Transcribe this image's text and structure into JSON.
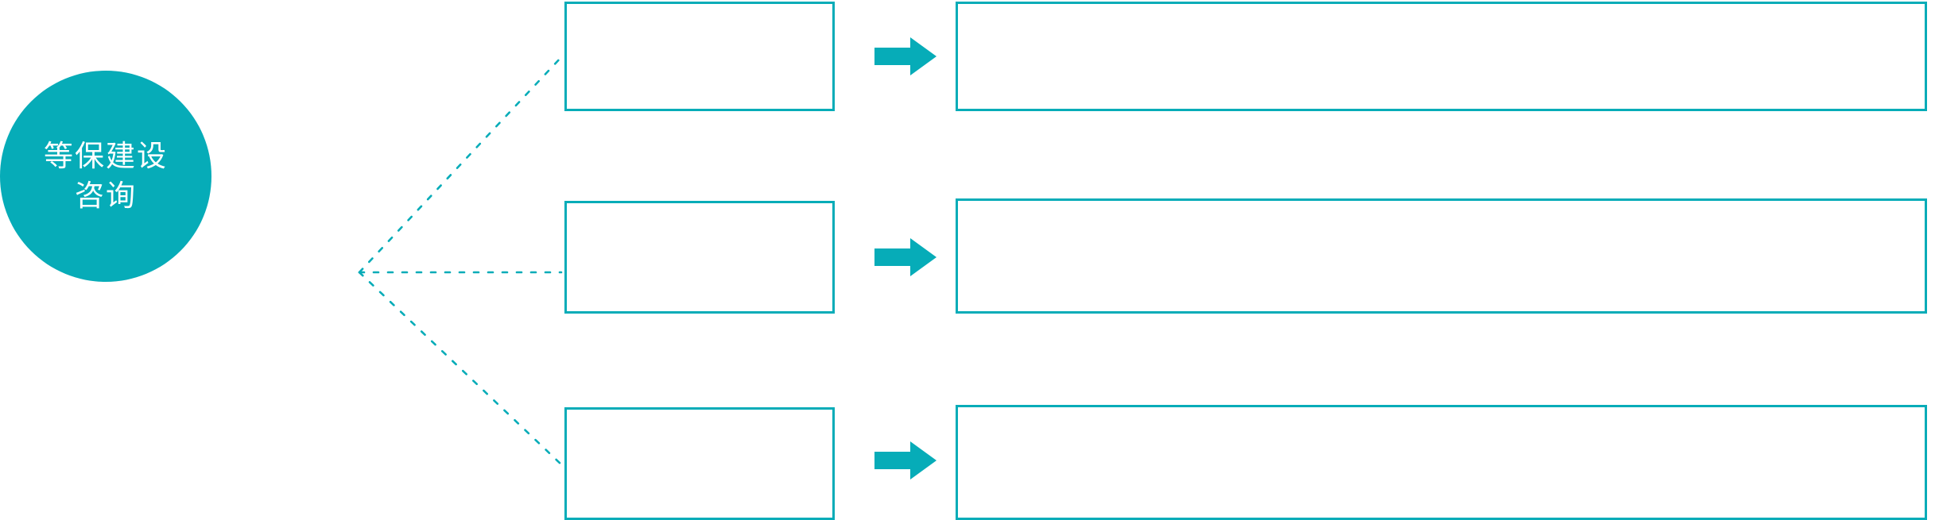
{
  "diagram": {
    "type": "hub-and-spoke-process",
    "accent_color": "#06acb8",
    "background_color": "#ffffff",
    "hub": {
      "name": "等保建设咨询",
      "line1": "等保建设",
      "line2": "咨询",
      "shape": "circle",
      "fill": "#06acb8",
      "text_color": "#ffffff"
    },
    "connector": {
      "style": "dotted",
      "color": "#06acb8",
      "origin_label": "hub-fan-out-point"
    },
    "arrow": {
      "icon": "block-arrow-right-icon",
      "color": "#06acb8",
      "count": 3
    },
    "rows": [
      {
        "id": "row-1",
        "stage_label": "",
        "detail_label": "",
        "arrow_icon": "block-arrow-right-icon"
      },
      {
        "id": "row-2",
        "stage_label": "",
        "detail_label": "",
        "arrow_icon": "block-arrow-right-icon"
      },
      {
        "id": "row-3",
        "stage_label": "",
        "detail_label": "",
        "arrow_icon": "block-arrow-right-icon"
      }
    ]
  }
}
